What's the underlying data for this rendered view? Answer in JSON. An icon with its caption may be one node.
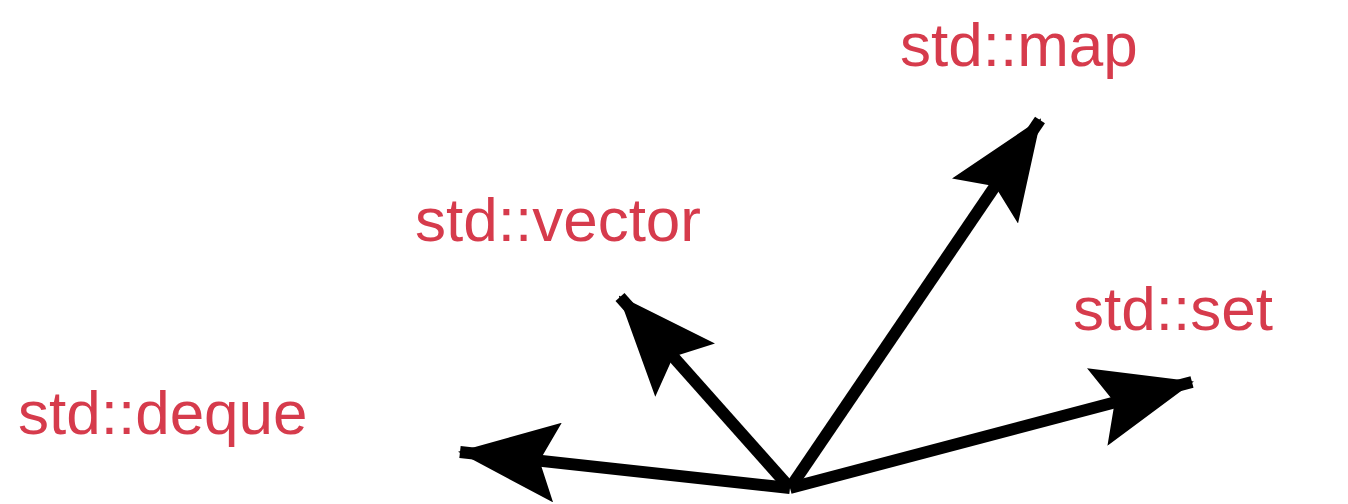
{
  "diagram": {
    "nodes": [
      {
        "text": [
          "std::map"
        ]
      },
      {
        "text": [
          "std::vector"
        ]
      },
      {
        "text": [
          "std::set"
        ]
      },
      {
        "text": [
          "std::deque"
        ]
      }
    ],
    "edges": [
      {
        "from": null,
        "to": 3,
        "arrow": "to"
      },
      {
        "from": null,
        "to": 1,
        "arrow": "to"
      },
      {
        "from": null,
        "to": 0,
        "arrow": "to"
      },
      {
        "from": null,
        "to": 2,
        "arrow": "to"
      }
    ]
  }
}
